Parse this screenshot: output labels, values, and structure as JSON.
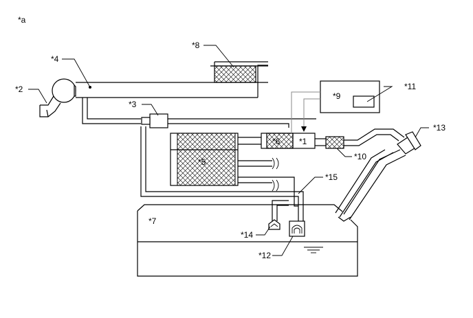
{
  "view_label": "*a",
  "callouts": {
    "c1": "*1",
    "c2": "*2",
    "c3": "*3",
    "c4": "*4",
    "c5": "*5",
    "c6": "*6",
    "c7": "*7",
    "c8": "*8",
    "c9": "*9",
    "c10": "*10",
    "c11": "*11",
    "c12": "*12",
    "c13": "*13",
    "c14": "*14",
    "c15": "*15"
  }
}
